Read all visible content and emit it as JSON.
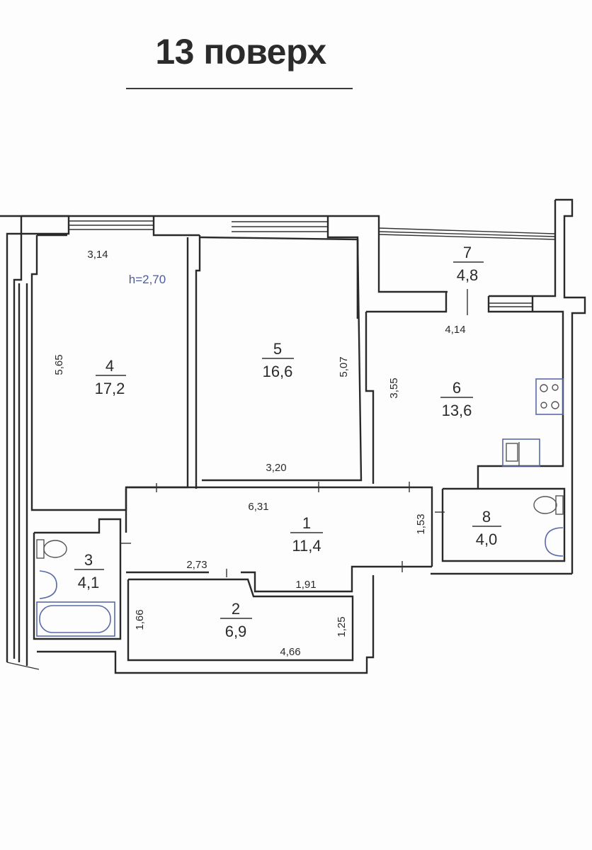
{
  "header": {
    "title": "13 поверх"
  },
  "plan": {
    "ceiling_height": "h=2,70",
    "rooms": [
      {
        "id": "1",
        "area": "11,4"
      },
      {
        "id": "2",
        "area": "6,9"
      },
      {
        "id": "3",
        "area": "4,1"
      },
      {
        "id": "4",
        "area": "17,2"
      },
      {
        "id": "5",
        "area": "16,6"
      },
      {
        "id": "6",
        "area": "13,6"
      },
      {
        "id": "7",
        "area": "4,8"
      },
      {
        "id": "8",
        "area": "4,0"
      }
    ],
    "dimensions": {
      "room4_width": "3,14",
      "room4_length": "5,65",
      "room5_length": "5,07",
      "room5_width": "3,20",
      "room6_width": "4,14",
      "room6_length": "3,55",
      "room1_length": "6,31",
      "room1_width": "1,53",
      "room1_lower": "1,91",
      "room1_partial": "2,73",
      "room2_left": "1,66",
      "room2_right": "1,25",
      "room2_length": "4,66"
    },
    "colors": {
      "wall": "#2a2a2a",
      "fixture": "#5a6aa8",
      "background": "#fdfdfd"
    }
  }
}
